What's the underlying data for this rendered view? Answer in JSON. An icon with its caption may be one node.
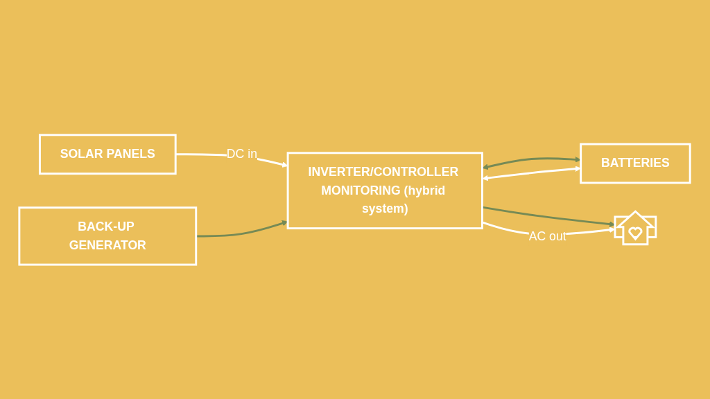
{
  "diagram": {
    "nodes": [
      {
        "text": [
          "SOLAR PANELS"
        ]
      },
      {
        "text": [
          "INVERTER/CONTROLLER MONITORING (hybrid system)"
        ]
      },
      {
        "text": [
          "BATTERIES"
        ]
      },
      {
        "text": [
          "BACK-UP GENERATOR"
        ]
      },
      {
        "text": [],
        "shape": "picture"
      }
    ],
    "edges": [
      {
        "from": 0,
        "to": 1,
        "arrow": "to",
        "label": "DC in",
        "color": "#ffffff"
      },
      {
        "from": 1,
        "to": 2,
        "arrow": "both",
        "color": "#768a55"
      },
      {
        "from": 1,
        "to": 2,
        "arrow": "both",
        "color": "#ffffff"
      },
      {
        "from": 3,
        "to": 1,
        "arrow": "to",
        "color": "#768a55"
      },
      {
        "from": 1,
        "to": 4,
        "arrow": "to",
        "color": "#768a55"
      },
      {
        "from": 1,
        "to": 4,
        "arrow": "to",
        "label": "AC out",
        "color": "#ffffff"
      }
    ]
  }
}
